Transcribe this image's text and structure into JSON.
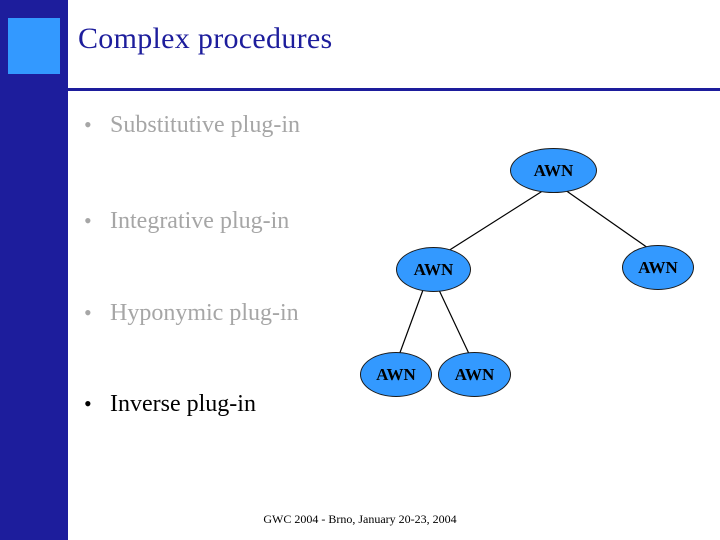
{
  "slide": {
    "title": "Complex procedures",
    "footer": "GWC 2004 - Brno, January 20-23,  2004",
    "accent_color": "#1d1d9c",
    "accent_light_color": "#3399ff",
    "bullet_dim_color": "#a6a6a6"
  },
  "bullets": [
    {
      "marker": "•",
      "label": "Substitutive plug-in"
    },
    {
      "marker": "•",
      "label": "Integrative plug-in"
    },
    {
      "marker": "•",
      "label": "Hyponymic plug-in"
    },
    {
      "marker": "•",
      "label": "Inverse plug-in"
    }
  ],
  "diagram": {
    "nodes": [
      {
        "id": "root",
        "label": "AWN"
      },
      {
        "id": "left",
        "label": "AWN"
      },
      {
        "id": "right",
        "label": "AWN"
      },
      {
        "id": "leaf1",
        "label": "AWN"
      },
      {
        "id": "leaf2",
        "label": "AWN"
      }
    ]
  }
}
